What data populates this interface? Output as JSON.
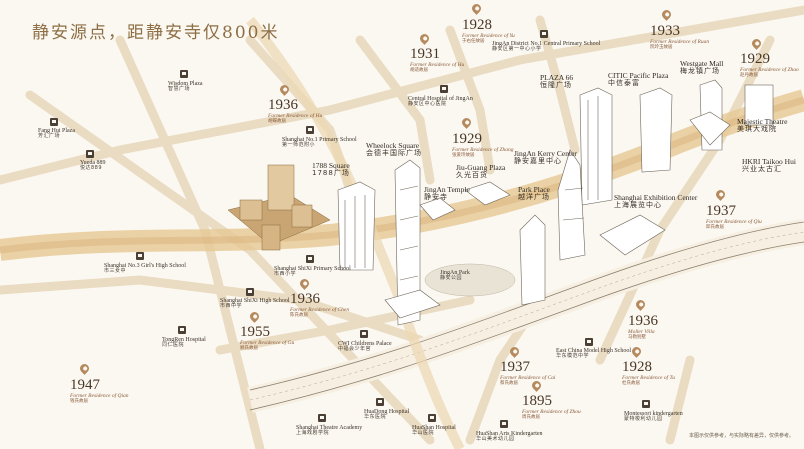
{
  "title": "静安源点，距静安寺仅800米",
  "note": "本图示仅供参考，与实际略有差异，仅供参考。",
  "colors": {
    "road": "#e8d2a6",
    "road_dark": "#d9b57b",
    "accent": "#8d6e45",
    "pin": "#b58a5e"
  },
  "residences": [
    {
      "year": "1928",
      "en": "Former Residence of Yu",
      "zh": "于右任故居"
    },
    {
      "year": "1931",
      "en": "Former Residence of Hu",
      "zh": "胡适故居"
    },
    {
      "year": "1933",
      "en": "Former Residence of Ruan",
      "zh": "阮玲玉故居"
    },
    {
      "year": "1929",
      "en": "Former Residence of Zhao",
      "zh": "赵丹故居"
    },
    {
      "year": "1936",
      "en": "Former Residence of Hu",
      "zh": "胡蝶故居"
    },
    {
      "year": "1929",
      "en": "Former Residence of Zhang",
      "zh": "张爱玲故居"
    },
    {
      "year": "1937",
      "en": "Former Residence of Qiu",
      "zh": "邱氏故居"
    },
    {
      "year": "1936",
      "en": "Former Residence of Chen",
      "zh": "陈氏故居"
    },
    {
      "year": "1955",
      "en": "Former Residence of Gu",
      "zh": "顾氏故居"
    },
    {
      "year": "1936",
      "en": "Moller Villa",
      "zh": "马勒别墅"
    },
    {
      "year": "1937",
      "en": "Former Residence of Cai",
      "zh": "蔡氏故居"
    },
    {
      "year": "1928",
      "en": "Former Residence of Tu",
      "zh": "杜氏故居"
    },
    {
      "year": "1895",
      "en": "Former Residence of Zhou",
      "zh": "周氏故居"
    },
    {
      "year": "1947",
      "en": "Former Residence of Qian",
      "zh": "钱氏故居"
    }
  ],
  "landmarks": [
    {
      "en": "Wheelock Square",
      "zh": "会德丰国际广场"
    },
    {
      "en": "1788 Square",
      "zh": "1788广场"
    },
    {
      "en": "PLAZA 66",
      "zh": "恒隆广场"
    },
    {
      "en": "CITIC Pacific Plaza",
      "zh": "中信泰富"
    },
    {
      "en": "Westgate Mall",
      "zh": "梅龙镇广场"
    },
    {
      "en": "Majestic Theatre",
      "zh": "美琪大戏院"
    },
    {
      "en": "HKRI Taikoo Hui",
      "zh": "兴业太古汇"
    },
    {
      "en": "Jiu-Guang Plaza",
      "zh": "久光百货"
    },
    {
      "en": "JingAn Kerry Center",
      "zh": "静安嘉里中心"
    },
    {
      "en": "JingAn Temple",
      "zh": "静安寺"
    },
    {
      "en": "Park Place",
      "zh": "越洋广场"
    },
    {
      "en": "Shanghai Exhibition Center",
      "zh": "上海展览中心"
    },
    {
      "en": "JingAn Park",
      "zh": "静安公园"
    }
  ],
  "pois": [
    {
      "en": "Wisdom Plaza",
      "zh": "智慧广场"
    },
    {
      "en": "Fang Hui Plaza",
      "zh": "芳汇广场"
    },
    {
      "en": "Yueda 889",
      "zh": "悦达889"
    },
    {
      "en": "Central Hospital of JingAn",
      "zh": "静安区中心医院"
    },
    {
      "en": "JingAn District No.1 Central Primary School",
      "zh": "静安区第一中心小学"
    },
    {
      "en": "Shanghai No.1 Primary School",
      "zh": "第一师范附小"
    },
    {
      "en": "Shanghai No.3 Girl's High School",
      "zh": "市三女中"
    },
    {
      "en": "Shanghai ShiXi Primary School",
      "zh": "市西小学"
    },
    {
      "en": "Shanghai ShiXi High School",
      "zh": "市西中学"
    },
    {
      "en": "TongRen Hospital",
      "zh": "同仁医院"
    },
    {
      "en": "CWI Childrens Palace",
      "zh": "中福会少年宫"
    },
    {
      "en": "East China Model High School",
      "zh": "华东模范中学"
    },
    {
      "en": "HuaDong Hospital",
      "zh": "华东医院"
    },
    {
      "en": "Shanghai Theatre Academy",
      "zh": "上海戏剧学院"
    },
    {
      "en": "HuaShan Hospital",
      "zh": "华山医院"
    },
    {
      "en": "HuaShan Arts Kindergarten",
      "zh": "华山美术幼儿园"
    },
    {
      "en": "Montessori kindergarten",
      "zh": "蒙特梭利幼儿园"
    }
  ]
}
